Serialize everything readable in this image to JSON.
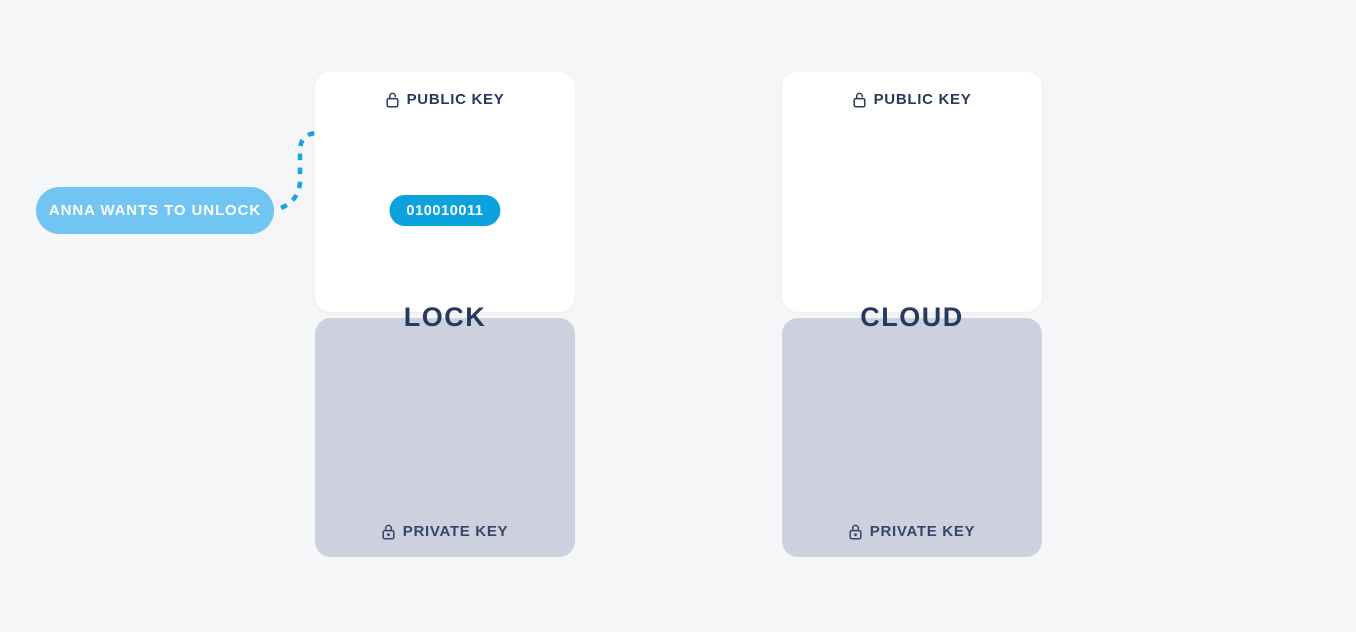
{
  "colors": {
    "bg": "#f5f6f7",
    "card-white": "#ffffff",
    "card-gray": "#cdd1dd",
    "navy": "#28395e",
    "navy-muted": "#35466a",
    "pill-light": "#70c5f2",
    "pill-blue": "#0ba2de",
    "arrow-blue": "#1ba3de",
    "text-white": "#ffffff"
  },
  "annotation": {
    "label": "ANNA WANTS TO UNLOCK"
  },
  "icons": {
    "public": "unlock-icon",
    "private": "lock-icon",
    "arrow": "dashed-arrow-down-icon"
  },
  "columns": [
    {
      "label": "LOCK",
      "public_card": {
        "title": "PUBLIC KEY",
        "key_value": "010010011"
      },
      "private_card": {
        "title": "PRIVATE KEY"
      }
    },
    {
      "label": "CLOUD",
      "public_card": {
        "title": "PUBLIC KEY"
      },
      "private_card": {
        "title": "PRIVATE KEY"
      }
    }
  ]
}
